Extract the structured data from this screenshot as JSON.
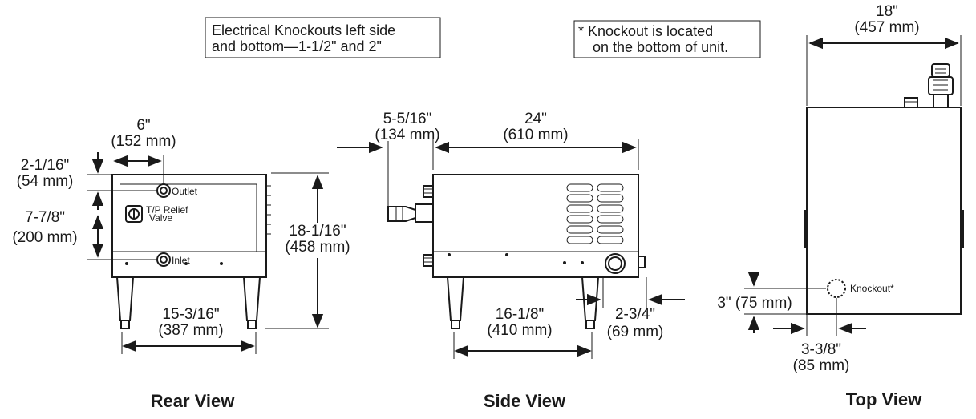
{
  "notes": {
    "knockouts_line1": "Electrical Knockouts left side",
    "knockouts_line2": "and bottom—1-1/2\" and 2\"",
    "bottom_line1": "* Knockout is located",
    "bottom_line2": "on the bottom of unit."
  },
  "views": {
    "rear": {
      "title": "Rear View",
      "outlet_label": "Outlet",
      "valve_line1": "T/P Relief",
      "valve_line2": "Valve",
      "inlet_label": "Inlet",
      "dim_width_top": [
        "6\"",
        "(152 mm)"
      ],
      "dim_top_offset": [
        "2-1/16\"",
        "(54 mm)"
      ],
      "dim_spacing": [
        "7-7/8\"",
        "(200 mm)"
      ],
      "dim_height": [
        "18-1/16\"",
        "(458 mm)"
      ],
      "dim_leg_span": [
        "15-3/16\"",
        "(387 mm)"
      ]
    },
    "side": {
      "title": "Side View",
      "dim_protrusion": [
        "5-5/16\"",
        "(134 mm)"
      ],
      "dim_length": [
        "24\"",
        "(610 mm)"
      ],
      "dim_leg_span": [
        "16-1/8\"",
        "(410 mm)"
      ],
      "dim_offset": [
        "2-3/4\"",
        "(69 mm)"
      ]
    },
    "top": {
      "title": "Top View",
      "dim_width": [
        "18\"",
        "(457 mm)"
      ],
      "knockout_label": "Knockout*",
      "dim_vertical": "3\" (75 mm)",
      "dim_horizontal": [
        "3-3/8\"",
        "(85 mm)"
      ]
    }
  }
}
